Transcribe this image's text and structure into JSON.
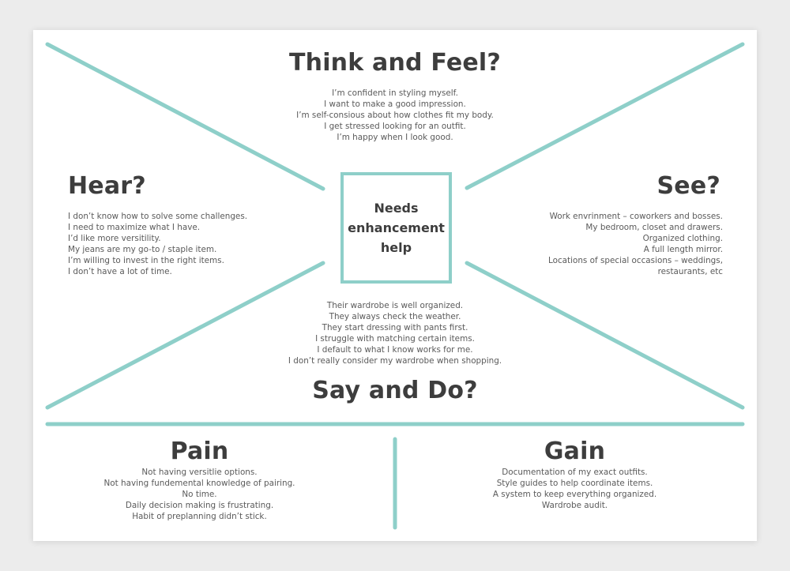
{
  "center": {
    "label": "Needs\nenhancement\nhelp"
  },
  "think_feel": {
    "title": "Think and Feel?",
    "items": [
      "I’m confident in styling myself.",
      "I want to make a good impression.",
      "I’m self-consious about how clothes fit my body.",
      "I get stressed looking for an outfit.",
      "I’m happy when I look good."
    ]
  },
  "hear": {
    "title": "Hear?",
    "items": [
      "I don’t know how to solve some challenges.",
      "I need to maximize what I have.",
      "I’d like more versitility.",
      "My jeans are my go-to / staple item.",
      "I’m willing to invest in the right items.",
      "I don’t have a lot of time."
    ]
  },
  "see": {
    "title": "See?",
    "items": [
      "Work envrinment – coworkers and bosses.",
      "My bedroom, closet and drawers.",
      "Organized clothing.",
      "A full length mirror.",
      "Locations of special occasions – weddings,",
      "restaurants, etc"
    ]
  },
  "say_do": {
    "title": "Say and Do?",
    "items": [
      "Their wardrobe is well organized.",
      "They always check the weather.",
      "They start dressing with pants first.",
      "I struggle with matching certain items.",
      "I default to what I know works for me.",
      "I don’t really consider my wardrobe when shopping."
    ]
  },
  "pain": {
    "title": "Pain",
    "items": [
      "Not having versitlie options.",
      "Not having fundemental knowledge of pairing.",
      "No time.",
      "Daily decision making is frustrating.",
      "Habit of preplanning didn’t stick."
    ]
  },
  "gain": {
    "title": "Gain",
    "items": [
      "Documentation of my exact outfits.",
      "Style guides to help coordinate items.",
      "A system to keep everything organized.",
      "Wardrobe audit."
    ]
  },
  "colors": {
    "accent": "#8ecfc9",
    "heading": "#3d3d3d",
    "text": "#5a5a5a",
    "background": "#ffffff"
  }
}
